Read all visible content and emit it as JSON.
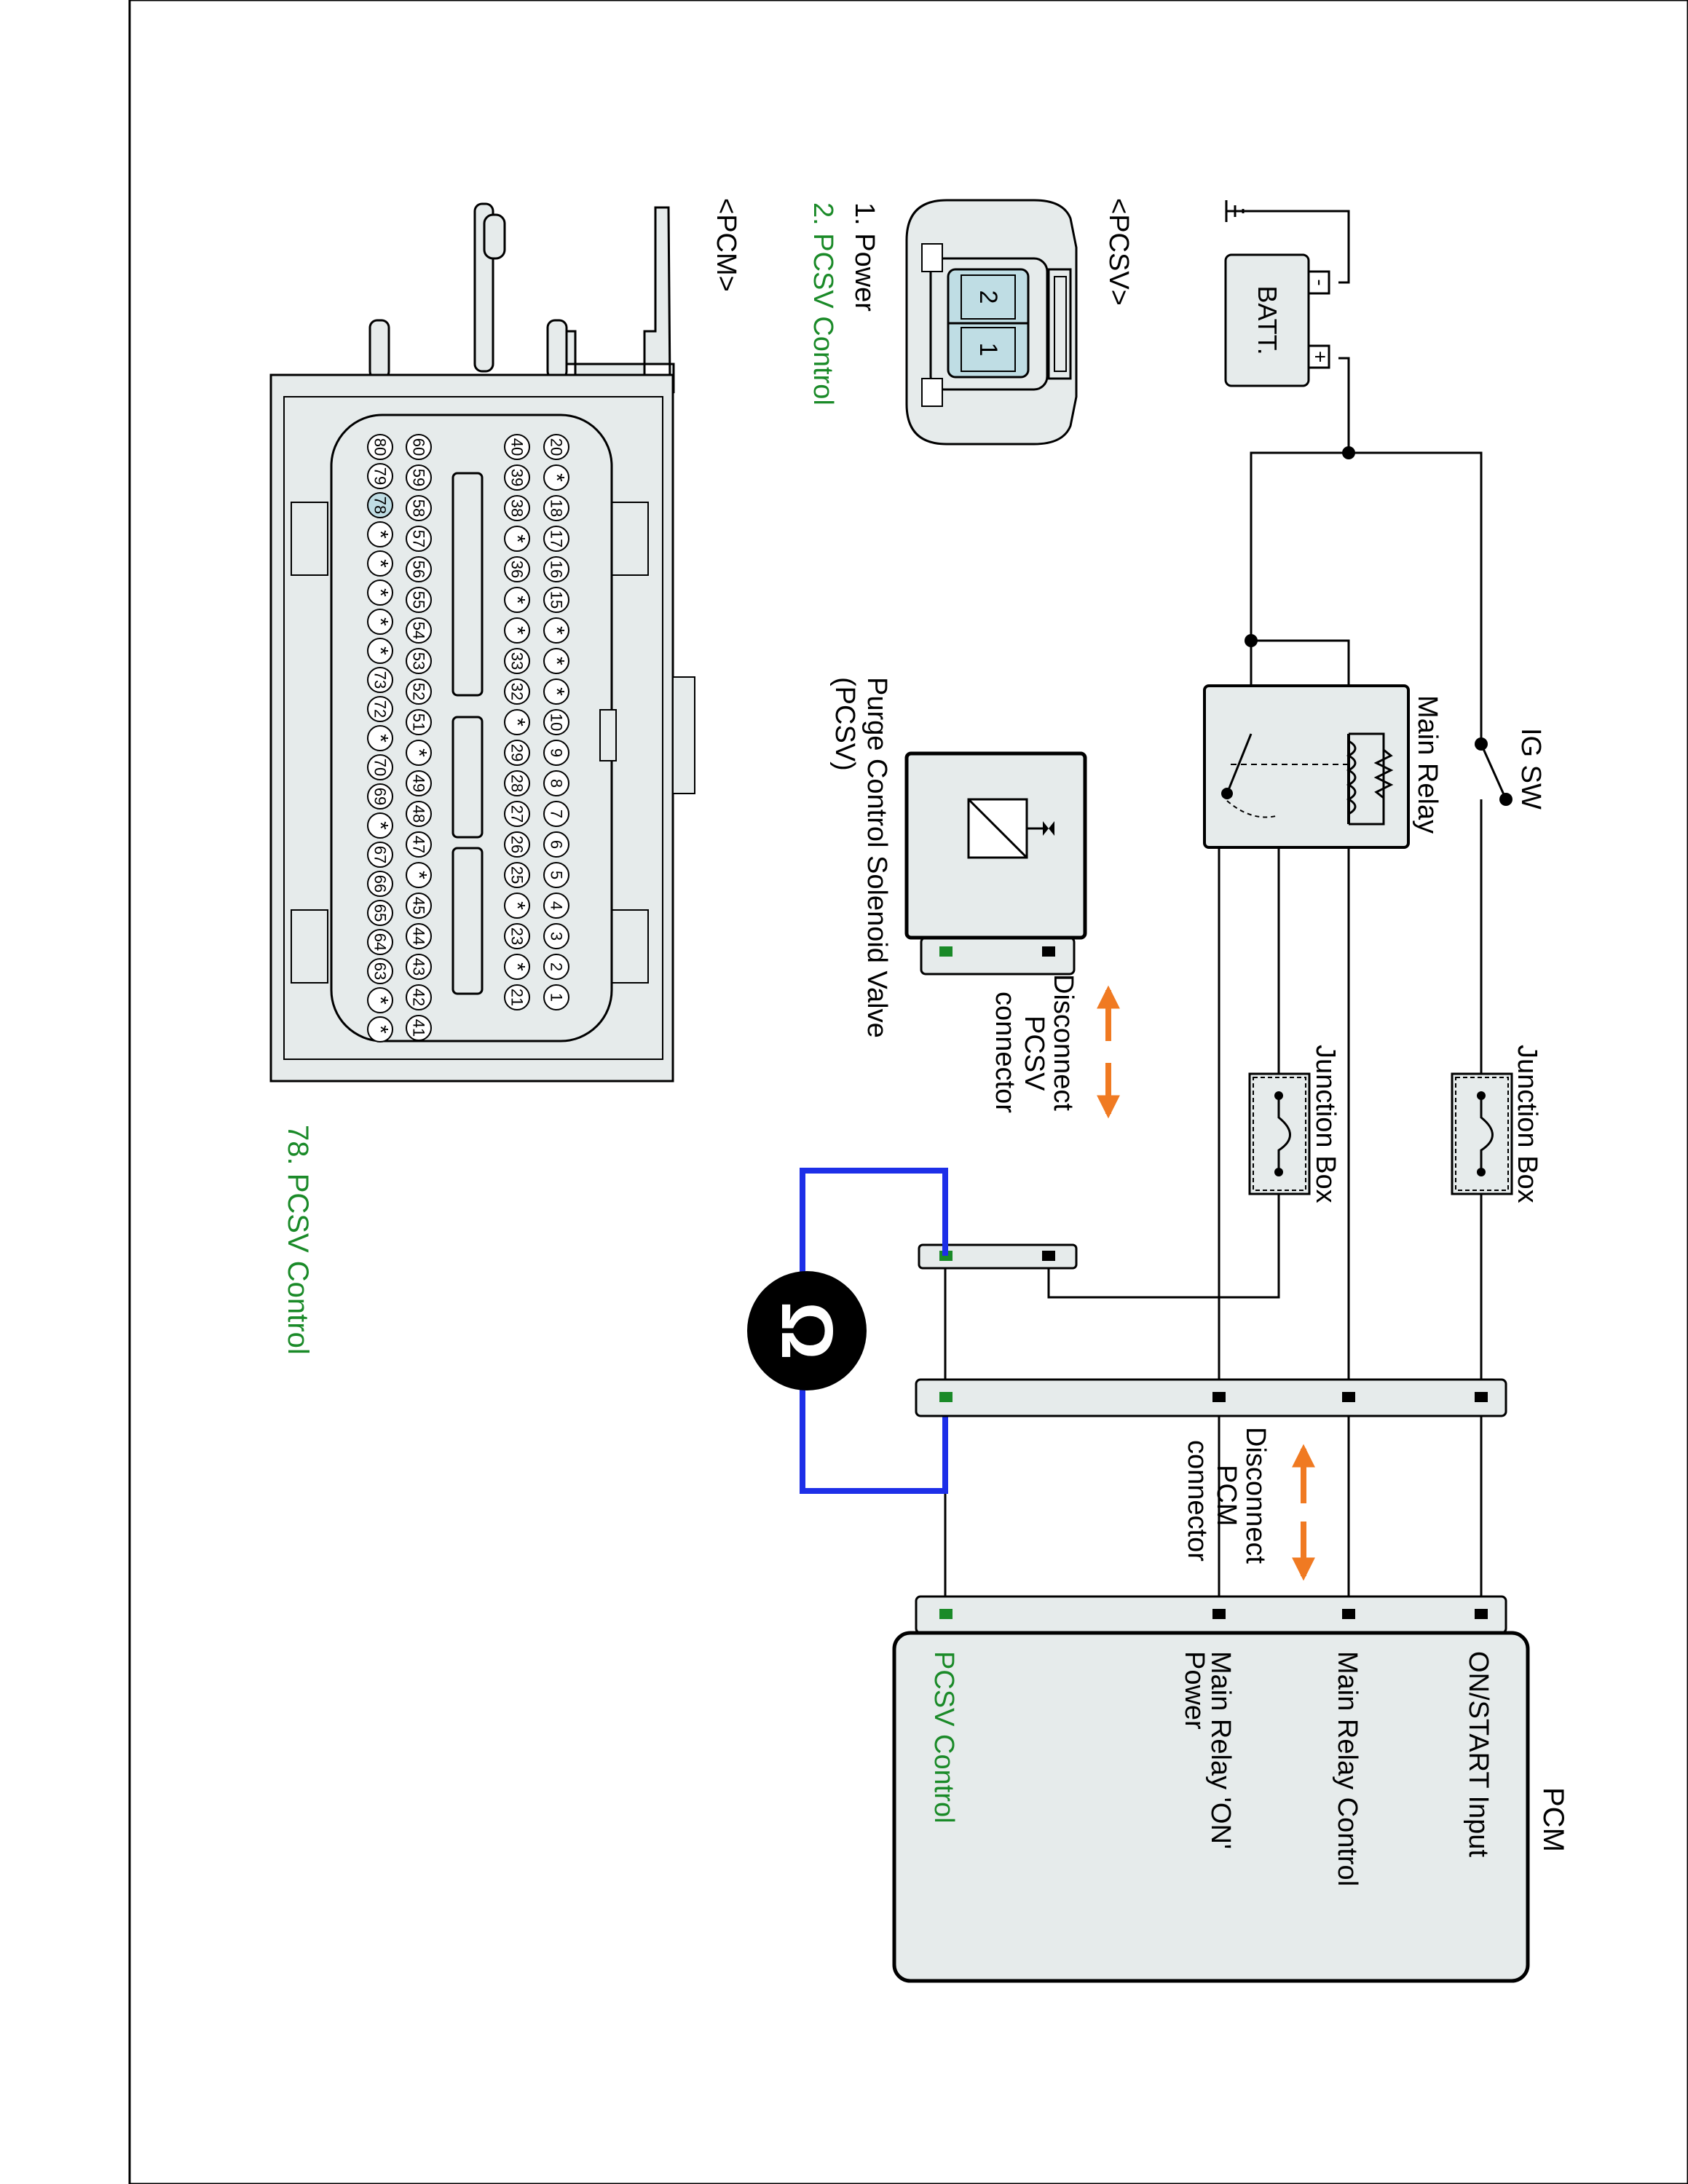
{
  "battery": {
    "label": "BATT.",
    "neg": "-",
    "pos": "+"
  },
  "switches": {
    "ig_sw": "IG SW"
  },
  "relay": {
    "label": "Main Relay"
  },
  "junction_boxes": [
    "Junction Box",
    "Junction Box"
  ],
  "pcsv": {
    "title": "<PCSV>",
    "pins": [
      "1",
      "2"
    ],
    "pin_labels": [
      "1. Power",
      "2. PCSV Control"
    ],
    "component_label": [
      "Purge Control Solenoid Valve",
      "(PCSV)"
    ],
    "disconnect_label": [
      "Disconnect",
      "PCSV",
      "connector"
    ]
  },
  "pcm_module": {
    "title": "PCM",
    "inputs": [
      "ON/START Input",
      "Main Relay Control",
      "Main Relay 'ON'",
      "Power",
      "PCSV Control"
    ],
    "disconnect_label": [
      "Disconnect",
      "PCM",
      "connector"
    ]
  },
  "pcm_connector": {
    "title": "<PCM>",
    "highlight_label": "78. PCSV Control",
    "row1": [
      "20",
      "*",
      "18",
      "17",
      "16",
      "15",
      "*",
      "*",
      "*",
      "10",
      "9",
      "8",
      "7",
      "6",
      "5",
      "4",
      "3",
      "2",
      "1"
    ],
    "row2": [
      "40",
      "39",
      "38",
      "*",
      "36",
      "*",
      "*",
      "33",
      "32",
      "*",
      "29",
      "28",
      "27",
      "26",
      "25",
      "*",
      "23",
      "*",
      "21"
    ],
    "row3": [
      "60",
      "59",
      "58",
      "57",
      "56",
      "55",
      "54",
      "53",
      "52",
      "51",
      "*",
      "49",
      "48",
      "47",
      "*",
      "45",
      "44",
      "43",
      "42",
      "41"
    ],
    "row4": [
      "80",
      "79",
      "78",
      "*",
      "*",
      "*",
      "*",
      "*",
      "73",
      "72",
      "*",
      "70",
      "69",
      "*",
      "67",
      "66",
      "65",
      "64",
      "63",
      "*",
      "*"
    ]
  },
  "meter": {
    "symbol": "Ω"
  },
  "colors": {
    "line": "#000000",
    "module_fill": "#e6ebeb",
    "pin_fill": "#bfdde4",
    "signal": "#1a8a28",
    "meter_lead": "#1d2fe8",
    "arrow": "#f07a22"
  }
}
